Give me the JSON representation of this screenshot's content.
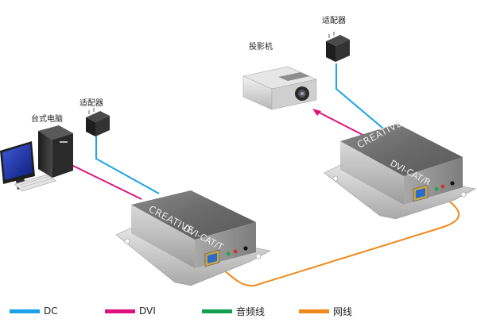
{
  "labels": {
    "pc": "台式电脑",
    "adapter_left": "适配器",
    "projector": "投影机",
    "adapter_right": "适配器"
  },
  "transmitter": {
    "brand": "CREATIVE",
    "model": "DVI-CAT/T"
  },
  "receiver": {
    "brand": "CREATIVE",
    "model": "DVI-CAT/R"
  },
  "legend": [
    {
      "label": "DC",
      "color": "#1aa3e8"
    },
    {
      "label": "DVI",
      "color": "#e0117f"
    },
    {
      "label": "音频线",
      "color": "#10a050"
    },
    {
      "label": "网线",
      "color": "#f0891c"
    }
  ]
}
